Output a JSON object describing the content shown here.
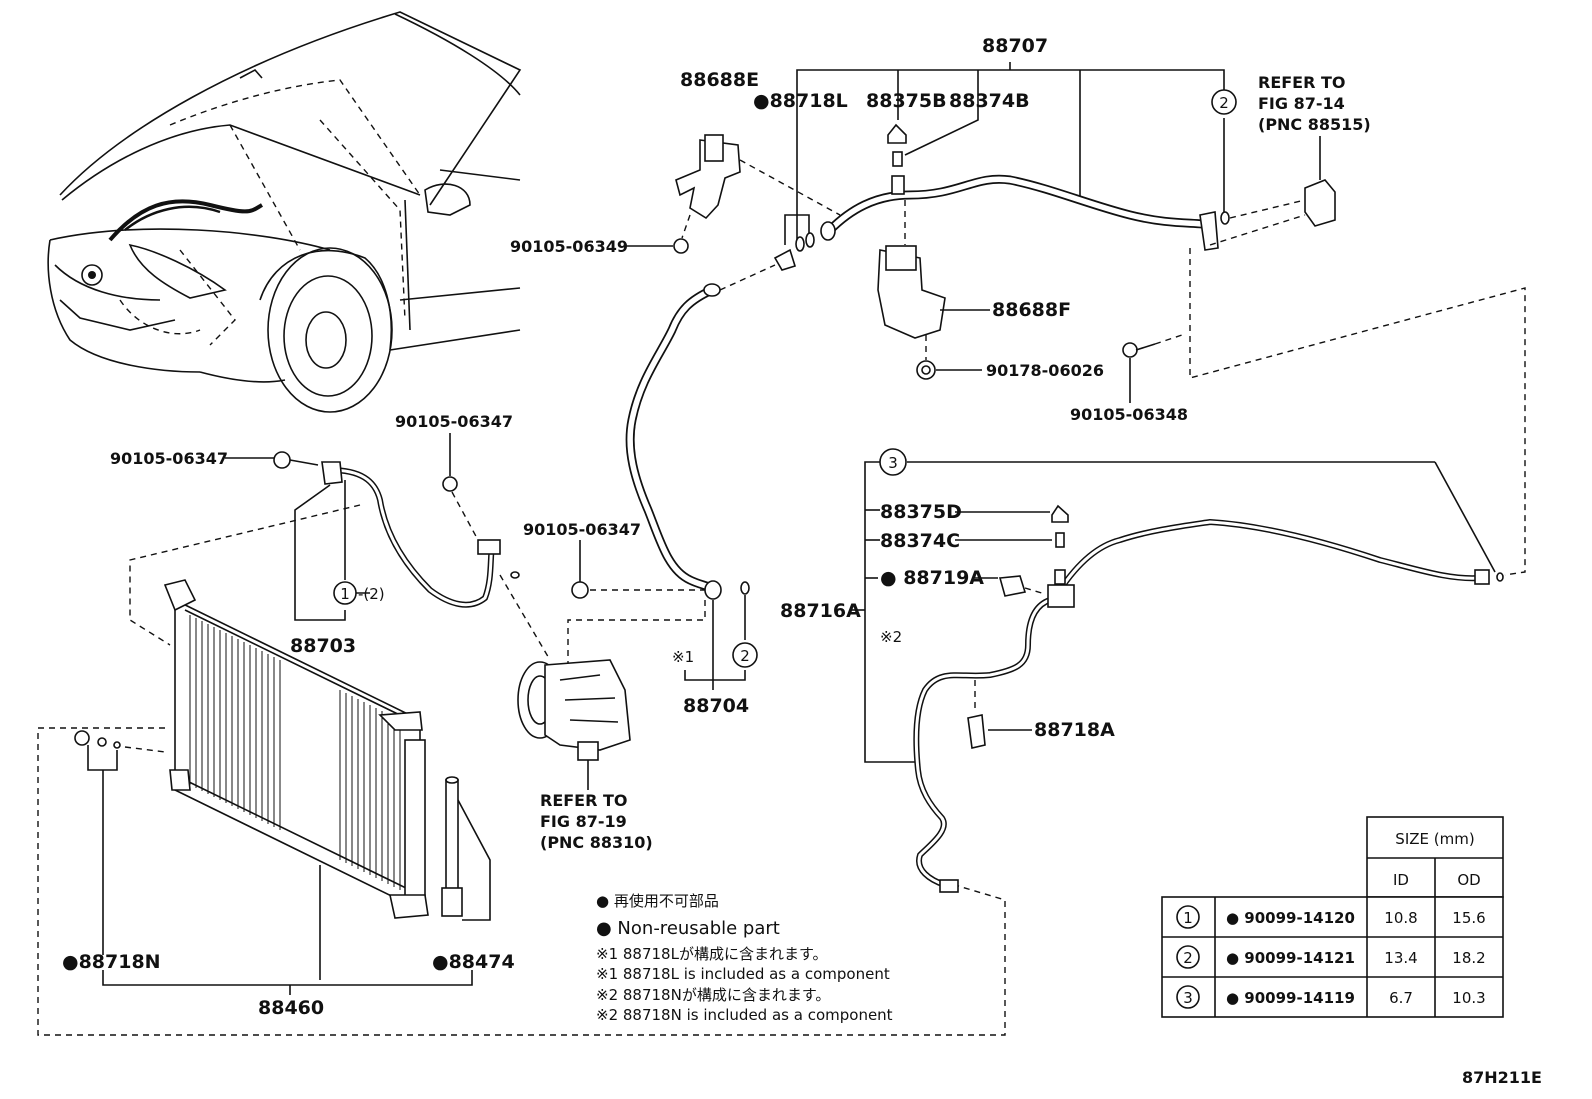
{
  "labels": {
    "p88707": "88707",
    "p88688E": "88688E",
    "p88718L": "●88718L",
    "p88375B": "88375B",
    "p88374B": "88374B",
    "refer_top_1": "REFER TO",
    "refer_top_2": "FIG 87-14",
    "refer_top_3": "(PNC 88515)",
    "b90105_06349": "90105-06349",
    "p88688F": "88688F",
    "n90178_06026": "90178-06026",
    "b90105_06348": "90105-06348",
    "b90105_06347_a": "90105-06347",
    "b90105_06347_b": "90105-06347",
    "b90105_06347_c": "90105-06347",
    "ref_1_2": "-(2)",
    "p88703": "88703",
    "p88704": "88704",
    "mark_1": "※1",
    "refer_comp_1": "REFER TO",
    "refer_comp_2": "FIG 87-19",
    "refer_comp_3": "(PNC 88310)",
    "p88375D": "88375D",
    "p88374C": "88374C",
    "p88719A": "● 88719A",
    "p88716A": "88716A",
    "mark_2": "※2",
    "p88718A": "88718A",
    "p88718N": "●88718N",
    "p88474": "●88474",
    "p88460": "88460",
    "circle_1": "1",
    "circle_2a": "2",
    "circle_2b": "2",
    "circle_3": "3",
    "figure_code": "87H211E"
  },
  "notes": [
    "● 再使用不可部品",
    "● Non-reusable part",
    "※1 88718Lが構成に含まれます。",
    "※1 88718L is included as a component",
    "※2 88718Nが構成に含まれます。",
    "※2 88718N is included as a component"
  ],
  "size_table": {
    "header": "SIZE (mm)",
    "col_id": "ID",
    "col_od": "OD",
    "rows": [
      {
        "num": "1",
        "part": "● 90099-14120",
        "id": "10.8",
        "od": "15.6"
      },
      {
        "num": "2",
        "part": "● 90099-14121",
        "id": "13.4",
        "od": "18.2"
      },
      {
        "num": "3",
        "part": "● 90099-14119",
        "id": "6.7",
        "od": "10.3"
      }
    ]
  }
}
